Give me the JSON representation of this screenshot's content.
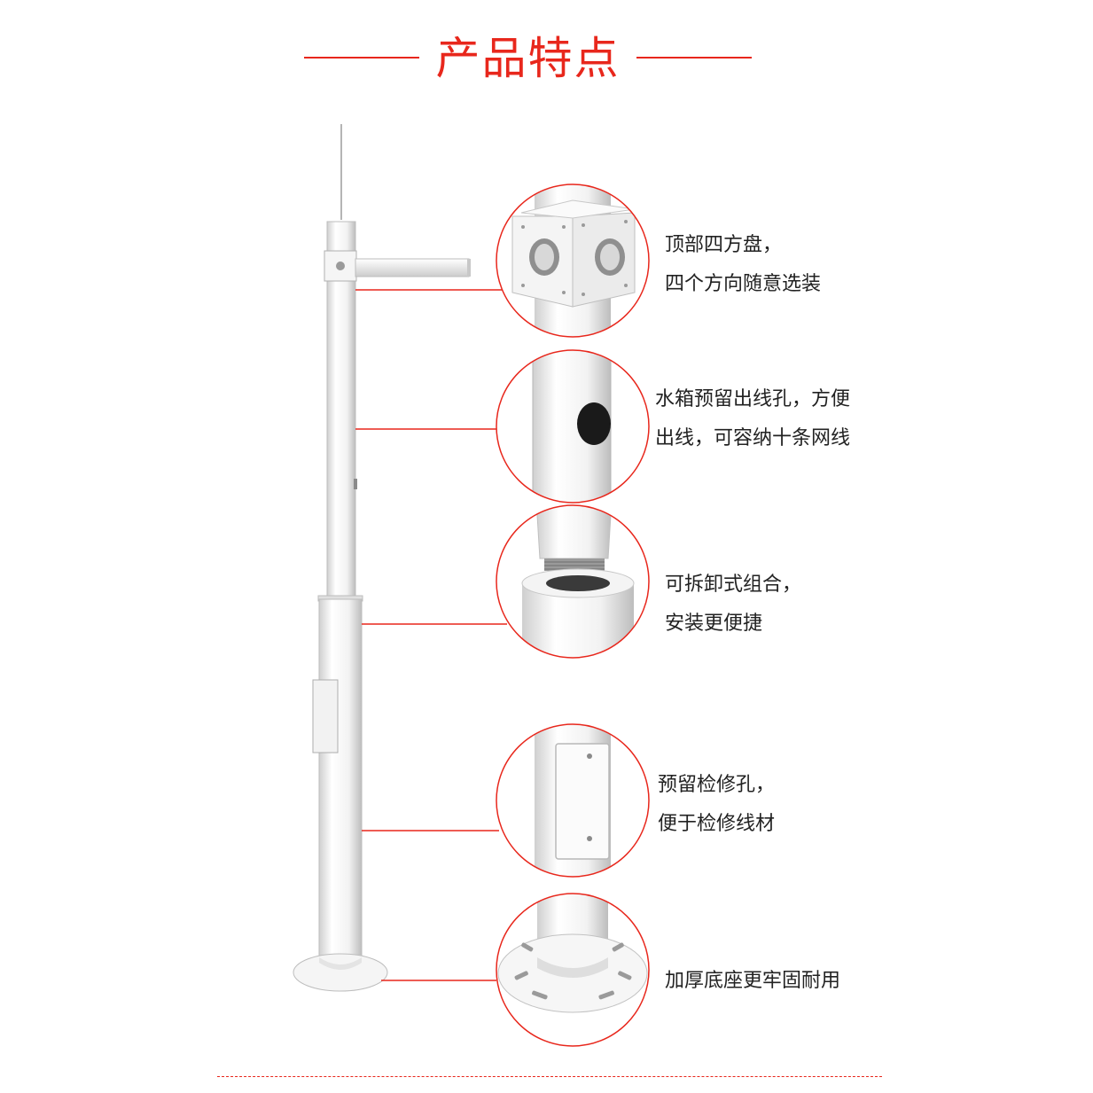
{
  "header": {
    "title": "产品特点"
  },
  "colors": {
    "accent": "#e8271c",
    "pole": "#f7f7f7",
    "text": "#222222"
  },
  "features": [
    {
      "lines": [
        "顶部四方盘，",
        "四个方向随意选装"
      ],
      "icon": "square-mounting-plate"
    },
    {
      "lines": [
        "水箱预留出线孔，方便",
        "出线，可容纳十条网线"
      ],
      "icon": "cable-outlet-hole"
    },
    {
      "lines": [
        "可拆卸式组合，",
        "安装更便捷"
      ],
      "icon": "detachable-joint"
    },
    {
      "lines": [
        "预留检修孔，",
        "便于检修线材"
      ],
      "icon": "inspection-cover"
    },
    {
      "lines": [
        "加厚底座更牢固耐用"
      ],
      "icon": "thick-base-flange"
    }
  ]
}
